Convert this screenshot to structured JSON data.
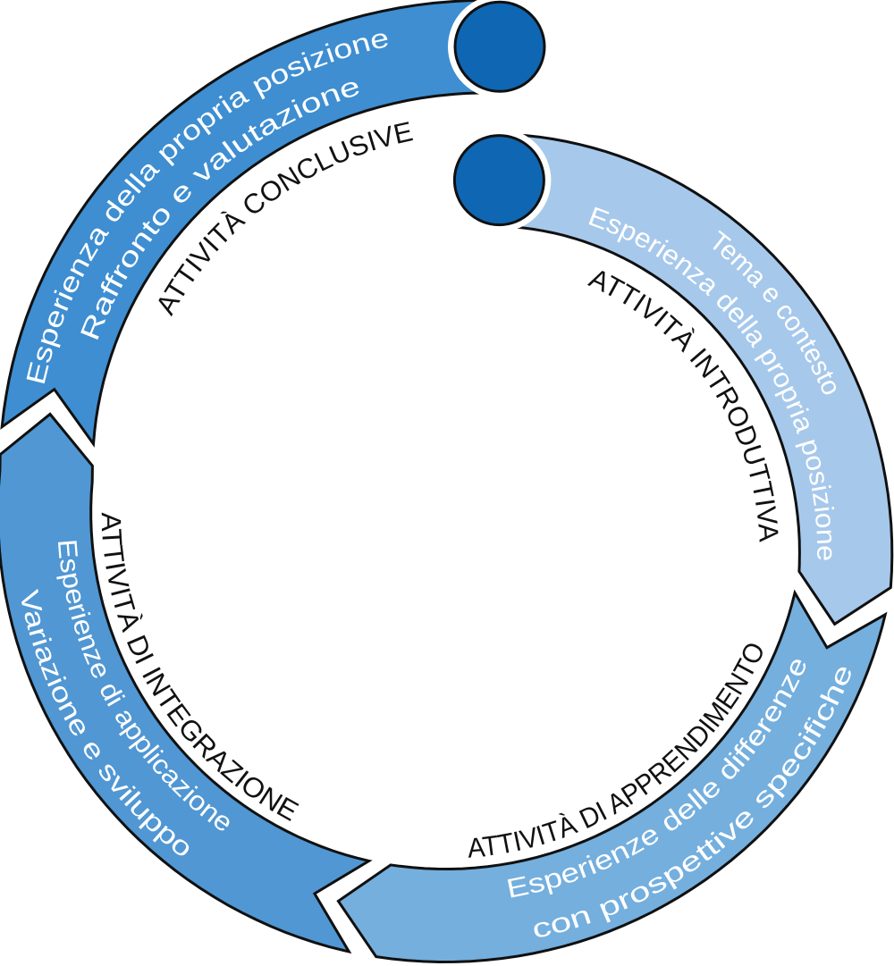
{
  "diagram": {
    "type": "cycle",
    "direction": "clockwise",
    "background_color": "#ffffff",
    "outline_color": "#101010",
    "band_text_color": "#ffffff",
    "label_text_color": "#111111",
    "cap_color": "#0f66b2",
    "segments": [
      {
        "id": "attivita-introduttiva",
        "label": "ATTIVITÀ INTRODUTTIVA",
        "band_lines": [
          "Tema e contesto",
          "Esperienza della propria posizione"
        ],
        "color": "#a6c8eb"
      },
      {
        "id": "attivita-di-apprendimento",
        "label": "ATTIVITÀ DI APPRENDIMENTO",
        "band_lines": [
          "Esperienze delle differenze",
          "con prospettive specifiche"
        ],
        "color": "#74afde"
      },
      {
        "id": "attivita-di-integrazione",
        "label": "ATTIVITÀ DI INTEGRAZIONE",
        "band_lines": [
          "Esperienze di applicazione",
          "Variazione e sviluppo"
        ],
        "color": "#5097d3"
      },
      {
        "id": "attivita-conclusive",
        "label": "ATTIVITÀ CONCLUSIVE",
        "band_lines": [
          "Esperienza della propria posizione",
          "Raffronto e valutazione"
        ],
        "color": "#3e8ed1"
      }
    ],
    "caps": [
      {
        "id": "cycle-start-cap"
      },
      {
        "id": "cycle-end-cap"
      }
    ]
  }
}
